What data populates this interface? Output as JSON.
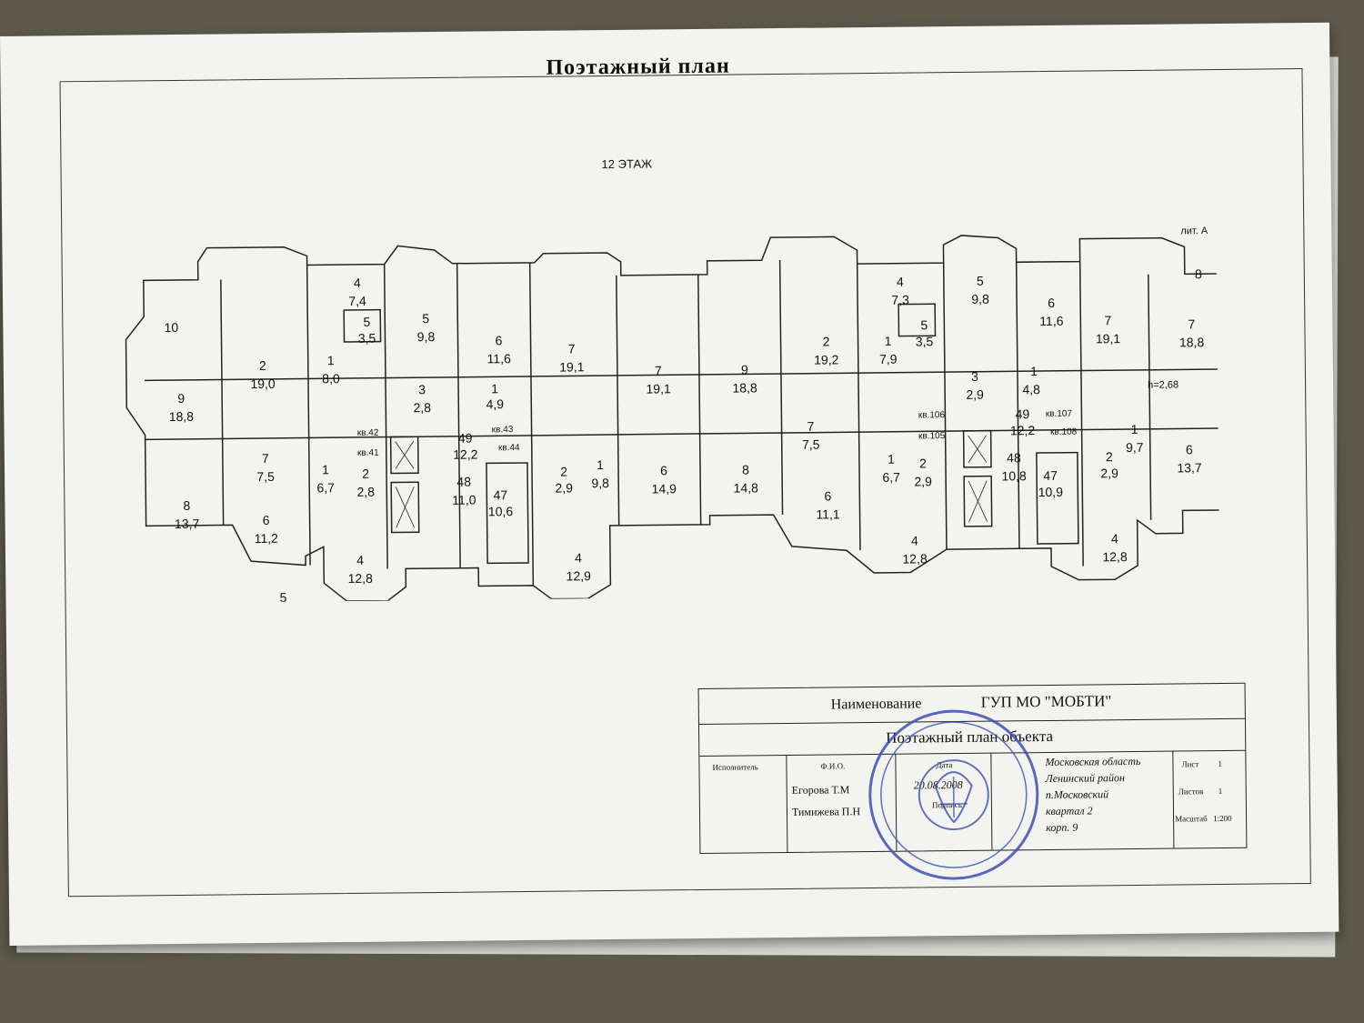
{
  "title": "Поэтажный план",
  "floor": "12 ЭТАЖ",
  "lit": "лит. А",
  "rooms": [
    {
      "n": "10",
      "a": ""
    },
    {
      "n": "9",
      "a": "18,8"
    },
    {
      "n": "8",
      "a": "13,7"
    },
    {
      "n": "2",
      "a": "19,0"
    },
    {
      "n": "7",
      "a": "7,5"
    },
    {
      "n": "6",
      "a": "11,2"
    },
    {
      "n": "5",
      "a": ""
    },
    {
      "n": "4",
      "a": "7,4"
    },
    {
      "n": "5",
      "a": "3,5"
    },
    {
      "n": "1",
      "a": "8,0"
    },
    {
      "n": "1",
      "a": "6,7"
    },
    {
      "n": "2",
      "a": "2,8"
    },
    {
      "n": "4",
      "a": "12,8"
    },
    {
      "n": "5",
      "a": "9,8"
    },
    {
      "n": "3",
      "a": "2,8"
    },
    {
      "n": "6",
      "a": "11,6"
    },
    {
      "n": "1",
      "a": "4,9"
    },
    {
      "n": "49",
      "a": "12,2"
    },
    {
      "n": "48",
      "a": "11,0"
    },
    {
      "n": "47",
      "a": "10,6"
    },
    {
      "n": "7",
      "a": "19,1"
    },
    {
      "n": "2",
      "a": "2,9"
    },
    {
      "n": "1",
      "a": "9,8"
    },
    {
      "n": "4",
      "a": "12,9"
    },
    {
      "n": "7",
      "a": "19,1"
    },
    {
      "n": "6",
      "a": "14,9"
    },
    {
      "n": "9",
      "a": "18,8"
    },
    {
      "n": "8",
      "a": "14,8"
    },
    {
      "n": "2",
      "a": "19,2"
    },
    {
      "n": "7",
      "a": "7,5"
    },
    {
      "n": "6",
      "a": "11,1"
    },
    {
      "n": "4",
      "a": "7,3"
    },
    {
      "n": "1",
      "a": "7,9"
    },
    {
      "n": "5",
      "a": "3,5"
    },
    {
      "n": "1",
      "a": "6,7"
    },
    {
      "n": "2",
      "a": "2,9"
    },
    {
      "n": "4",
      "a": "12,8"
    },
    {
      "n": "5",
      "a": "9,8"
    },
    {
      "n": "3",
      "a": "2,9"
    },
    {
      "n": "6",
      "a": "11,6"
    },
    {
      "n": "1",
      "a": "4,8"
    },
    {
      "n": "49",
      "a": "12,2"
    },
    {
      "n": "48",
      "a": "10,8"
    },
    {
      "n": "47",
      "a": "10,9"
    },
    {
      "n": "7",
      "a": "19,1"
    },
    {
      "n": "1",
      "a": "9,7"
    },
    {
      "n": "2",
      "a": "2,9"
    },
    {
      "n": "4",
      "a": "12,8"
    },
    {
      "n": "7",
      "a": "18,8"
    },
    {
      "n": "6",
      "a": "13,7"
    },
    {
      "n": "8",
      "a": ""
    }
  ],
  "apartments": [
    "кв.42",
    "кв.41",
    "кв.43",
    "кв.44",
    "кв.106",
    "кв.105",
    "кв.107",
    "кв.108"
  ],
  "height_note": "h=2,68",
  "stamp_block": {
    "name_label": "Наименование",
    "org": "ГУП МО \"МОБТИ\"",
    "doc": "Поэтажный план объекта",
    "executor_label": "Исполнитель",
    "fio_label": "Ф.И.О.",
    "date_label": "Дата",
    "sign_label": "Подпись",
    "exec1": "Егорова Т.М",
    "exec2": "Тимижева П.Н",
    "date": "20.08.2008",
    "addr1": "Московская область",
    "addr2": "Ленинский район",
    "addr3": "п.Московский",
    "addr4": "квартал 2",
    "addr5": "корп. 9",
    "sheet_label": "Лист",
    "sheet": "1",
    "sheets_label": "Листов",
    "sheets": "1",
    "scale_label": "Масштаб",
    "scale": "1:200"
  }
}
